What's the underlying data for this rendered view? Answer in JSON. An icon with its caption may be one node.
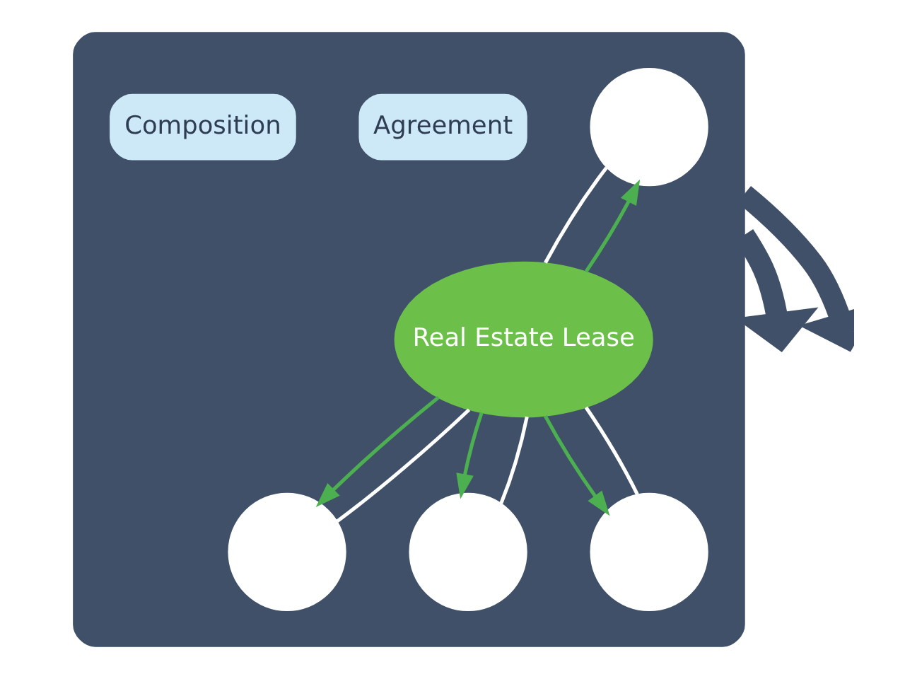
{
  "diagram": {
    "nodes": [
      {
        "text": [],
        "shape": "box"
      },
      {
        "text": [],
        "shape": "circle",
        "in": 0
      },
      {
        "text": [],
        "shape": "circle",
        "in": 0
      },
      {
        "text": [
          "Agreement"
        ],
        "in": 0
      },
      {
        "text": [
          "Real Estate Lease"
        ],
        "in": 0
      },
      {
        "text": [
          "Composition"
        ],
        "in": 0
      },
      {
        "text": [],
        "shape": "circle",
        "in": 0
      },
      {
        "text": [],
        "shape": "circle",
        "in": 0
      }
    ],
    "edges": [
      {
        "from": 4,
        "to": 1,
        "arrow": "to",
        "color": "#4caf50"
      },
      {
        "from": 4,
        "to": 2,
        "arrow": "to",
        "color": "#4caf50"
      },
      {
        "from": 4,
        "to": 6,
        "arrow": "to",
        "color": "#4caf50"
      },
      {
        "from": 4,
        "to": 7,
        "arrow": "to",
        "color": "#4caf50"
      },
      {
        "from": 1,
        "to": 4,
        "arrow": "none",
        "color": "#ffffff"
      },
      {
        "from": 2,
        "to": 4,
        "arrow": "none",
        "color": "#ffffff"
      },
      {
        "from": 6,
        "to": 4,
        "arrow": "none",
        "color": "#ffffff"
      },
      {
        "from": 7,
        "to": 4,
        "arrow": "none",
        "color": "#ffffff"
      },
      {
        "from": 0,
        "to": null,
        "arrow": "to",
        "color": "#3f5068",
        "style": "thick"
      },
      {
        "from": 0,
        "to": null,
        "arrow": "to",
        "color": "#3f5068",
        "style": "thick"
      }
    ]
  }
}
